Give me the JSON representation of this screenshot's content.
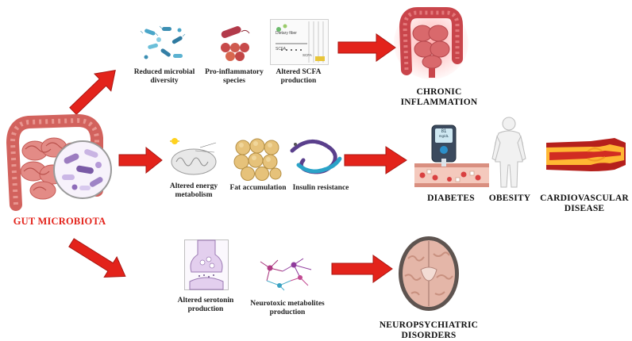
{
  "source": {
    "label": "GUT MICROBIOTA"
  },
  "top_branch": {
    "factors": [
      "Reduced microbial diversity",
      "Pro-inflammatory species",
      "Altered SCFA production"
    ],
    "scfa_inset": {
      "fiber": "Dietary fiber",
      "scfa": "SCFA",
      "other": "SCFA"
    },
    "outcome": [
      "CHRONIC",
      "INFLAMMATION"
    ]
  },
  "middle_branch": {
    "factors": [
      "Altered energy metabolism",
      "Fat accumulation",
      "Insulin resistance"
    ],
    "glucometer": {
      "value": "81",
      "unit": "mg/dL"
    },
    "outcomes": [
      "DIABETES",
      "OBESITY",
      "CARDIOVASCULAR DISEASE"
    ]
  },
  "bottom_branch": {
    "factors": [
      "Altered serotonin production",
      "Neurotoxic metabolites production"
    ],
    "outcome": [
      "NEUROPSYCHIATRIC",
      "DISORDERS"
    ]
  },
  "colors": {
    "arrow": "#e3231b",
    "arrow_stroke": "#b01612",
    "label_red": "#e3231b",
    "gut": "#d9736f"
  }
}
